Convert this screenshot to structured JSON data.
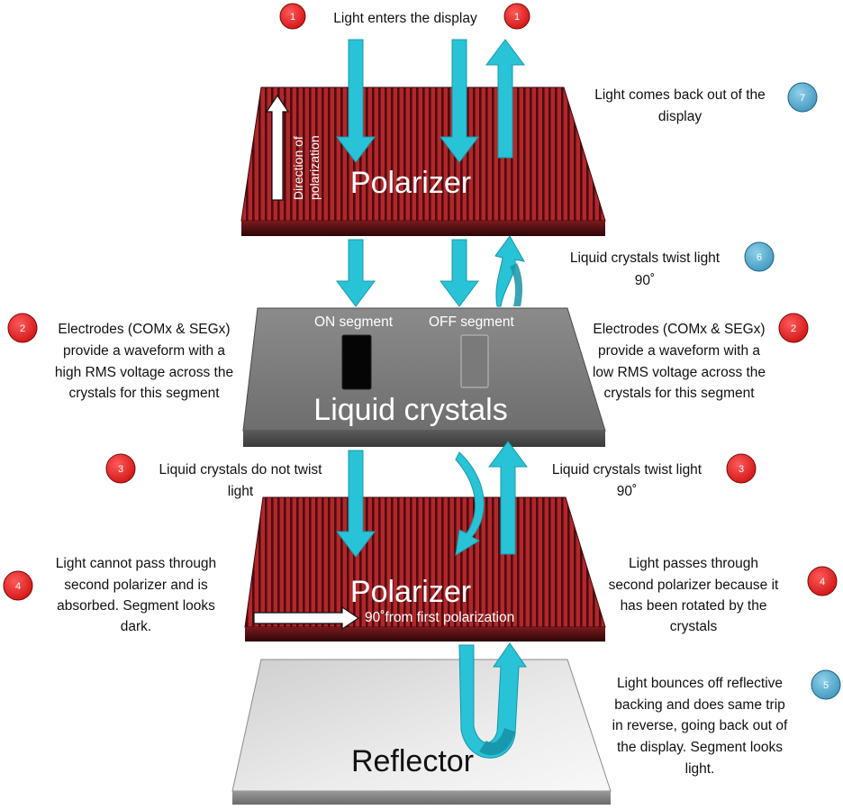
{
  "layers": {
    "polarizer_top": {
      "label": "Polarizer",
      "side_label_1": "Direction of",
      "side_label_2": "polarization"
    },
    "liquid_crystals": {
      "label": "Liquid crystals",
      "on_segment": "ON segment",
      "off_segment": "OFF segment"
    },
    "polarizer_bottom": {
      "label": "Polarizer",
      "rotation_note": "90˚from first polarization"
    },
    "reflector": {
      "label": "Reflector"
    }
  },
  "steps": {
    "s1": {
      "number": "1",
      "text": "Light enters the display"
    },
    "s2_left": {
      "number": "2",
      "lines": [
        "Electrodes (COMx & SEGx)",
        "provide a waveform with a",
        "high RMS voltage across the",
        "crystals for this segment"
      ]
    },
    "s2_right": {
      "number": "2",
      "lines": [
        "Electrodes (COMx & SEGx)",
        "provide a waveform with a",
        "low RMS voltage across the",
        "crystals for this segment"
      ]
    },
    "s3_left": {
      "number": "3",
      "lines": [
        "Liquid crystals do not twist",
        "light"
      ]
    },
    "s3_right": {
      "number": "3",
      "lines": [
        "Liquid crystals twist light",
        "90˚"
      ]
    },
    "s4_left": {
      "number": "4",
      "lines": [
        "Light cannot pass through",
        "second polarizer and is",
        "absorbed. Segment looks",
        "dark."
      ]
    },
    "s4_right": {
      "number": "4",
      "lines": [
        "Light passes through",
        "second polarizer because it",
        "has been rotated by the",
        "crystals"
      ]
    },
    "s5": {
      "number": "5",
      "lines": [
        "Light bounces off reflective",
        "backing and does same trip",
        "in reverse, going back out of",
        "the display. Segment looks",
        "light."
      ]
    },
    "s6": {
      "number": "6",
      "lines": [
        "Liquid crystals twist light",
        "90˚"
      ]
    },
    "s7": {
      "number": "7",
      "lines": [
        "Light comes back out of the",
        "display"
      ]
    }
  },
  "colors": {
    "arrow": "#28c3d6",
    "arrow_dark": "#1794a8",
    "polarizer": "#b3262a",
    "polarizer_dark": "#3a0a0c",
    "lc_panel": "#7c7c7c",
    "reflector": "#e6e6e6",
    "badge_red": "#e41e1e",
    "badge_blue": "#4aa3c8"
  }
}
